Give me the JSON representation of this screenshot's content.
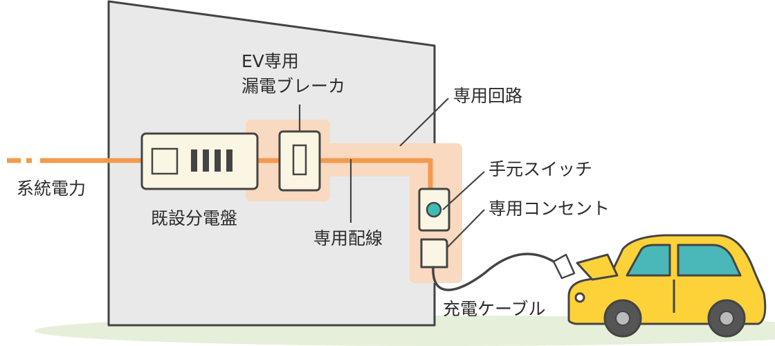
{
  "labels": {
    "grid_power": "系統電力",
    "distribution_board": "既設分電盤",
    "breaker_line1": "EV専用",
    "breaker_line2": "漏電ブレーカ",
    "dedicated_circuit": "専用回路",
    "dedicated_wiring": "専用配線",
    "hand_switch": "手元スイッチ",
    "dedicated_outlet": "専用コンセント",
    "charging_cable": "充電ケーブル"
  },
  "colors": {
    "wall": "#e9e9e9",
    "outline": "#444444",
    "power_line": "#f39a4e",
    "circuit_highlight": "#f9d9bf",
    "device_fill": "#fbf6e3",
    "switch_button": "#3dbcb4",
    "car_body": "#fdd239",
    "car_window": "#4ab8b8",
    "ground": "#e6efd9"
  }
}
